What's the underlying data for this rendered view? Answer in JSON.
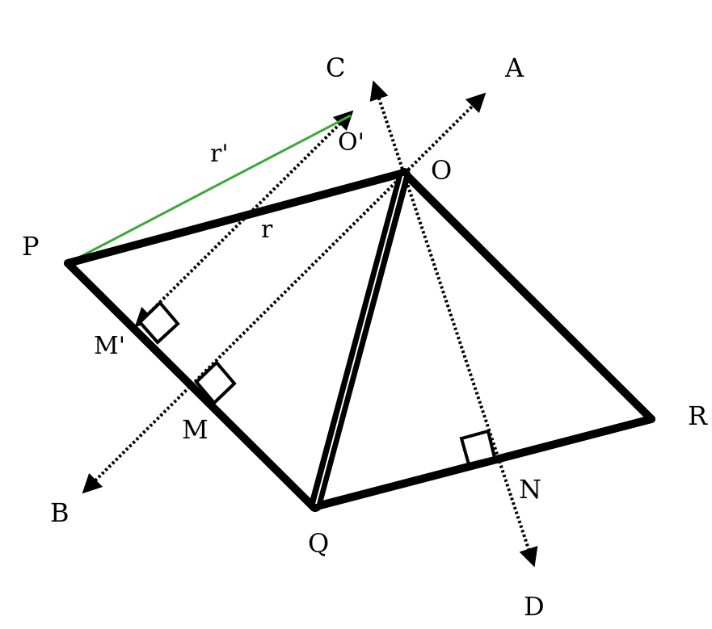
{
  "diagram": {
    "labels": {
      "A": "A",
      "B": "B",
      "C": "C",
      "D": "D",
      "O": "O",
      "O_prime": "O'",
      "P": "P",
      "Q": "Q",
      "R": "R",
      "M": "M",
      "M_prime": "M'",
      "N": "N",
      "r": "r",
      "r_prime": "r'"
    },
    "colors": {
      "edges": "#000000",
      "green_segment": "#3aaa35",
      "background": "#ffffff"
    }
  }
}
